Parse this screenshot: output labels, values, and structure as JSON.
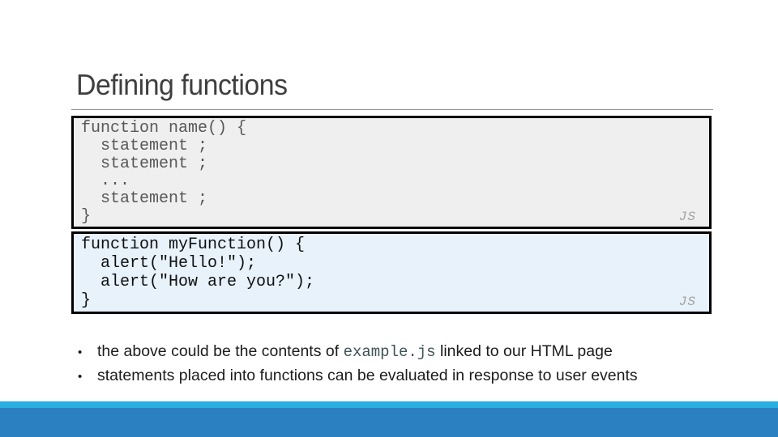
{
  "slide": {
    "title": "Defining functions",
    "code_blocks": [
      {
        "language_label": "JS",
        "lines": [
          "function name() {",
          "  statement ;",
          "  statement ;",
          "  ...",
          "  statement ;",
          "}"
        ]
      },
      {
        "language_label": "JS",
        "lines": [
          "function myFunction() {",
          "  alert(\"Hello!\");",
          "  alert(\"How are you?\");",
          "}"
        ]
      }
    ],
    "bullets": [
      {
        "marker": "•",
        "prefix": "the above could be the contents of ",
        "code": "example.js",
        "suffix": " linked to our HTML page"
      },
      {
        "marker": "•",
        "text": "statements placed into functions can be evaluated in response to user events"
      }
    ],
    "colors": {
      "footer_bar": "#2a80c1",
      "footer_strip": "#29b0e1",
      "code_block_generic_bg": "#efefef",
      "code_block_example_bg": "#e7f2fb",
      "inline_code_text": "#3d5353",
      "title_text": "#3f3f3f"
    }
  }
}
